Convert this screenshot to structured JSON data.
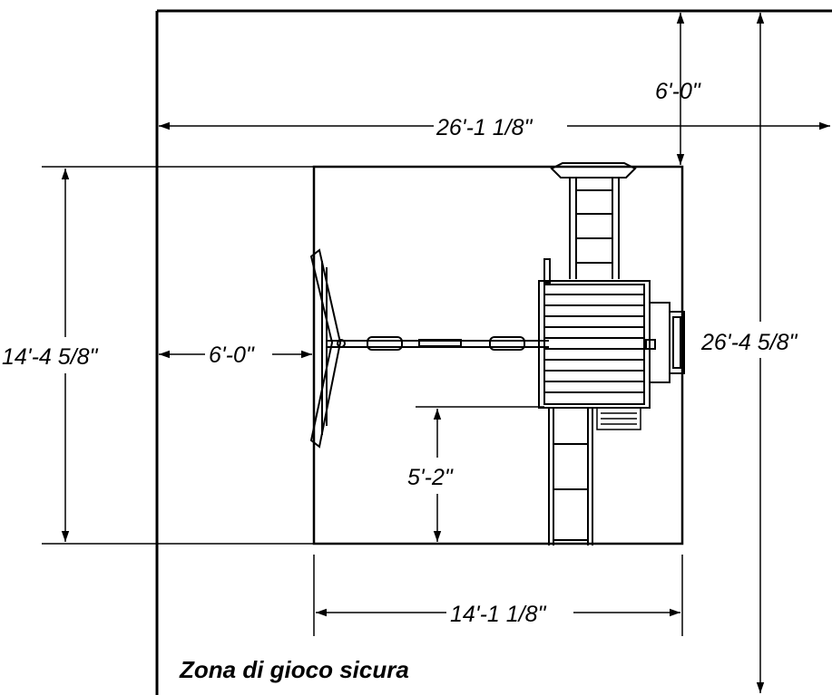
{
  "zone_label": "Zona di gioco sicura",
  "dimensions": {
    "top_clearance": "6'-0\"",
    "zone_width": "26'-1 1/8\"",
    "zone_height": "26'-4 5/8\"",
    "set_depth": "14'-4 5/8\"",
    "left_clearance": "6'-0\"",
    "slide_offset": "5'-2\"",
    "set_width": "14'-1 1/8\""
  }
}
